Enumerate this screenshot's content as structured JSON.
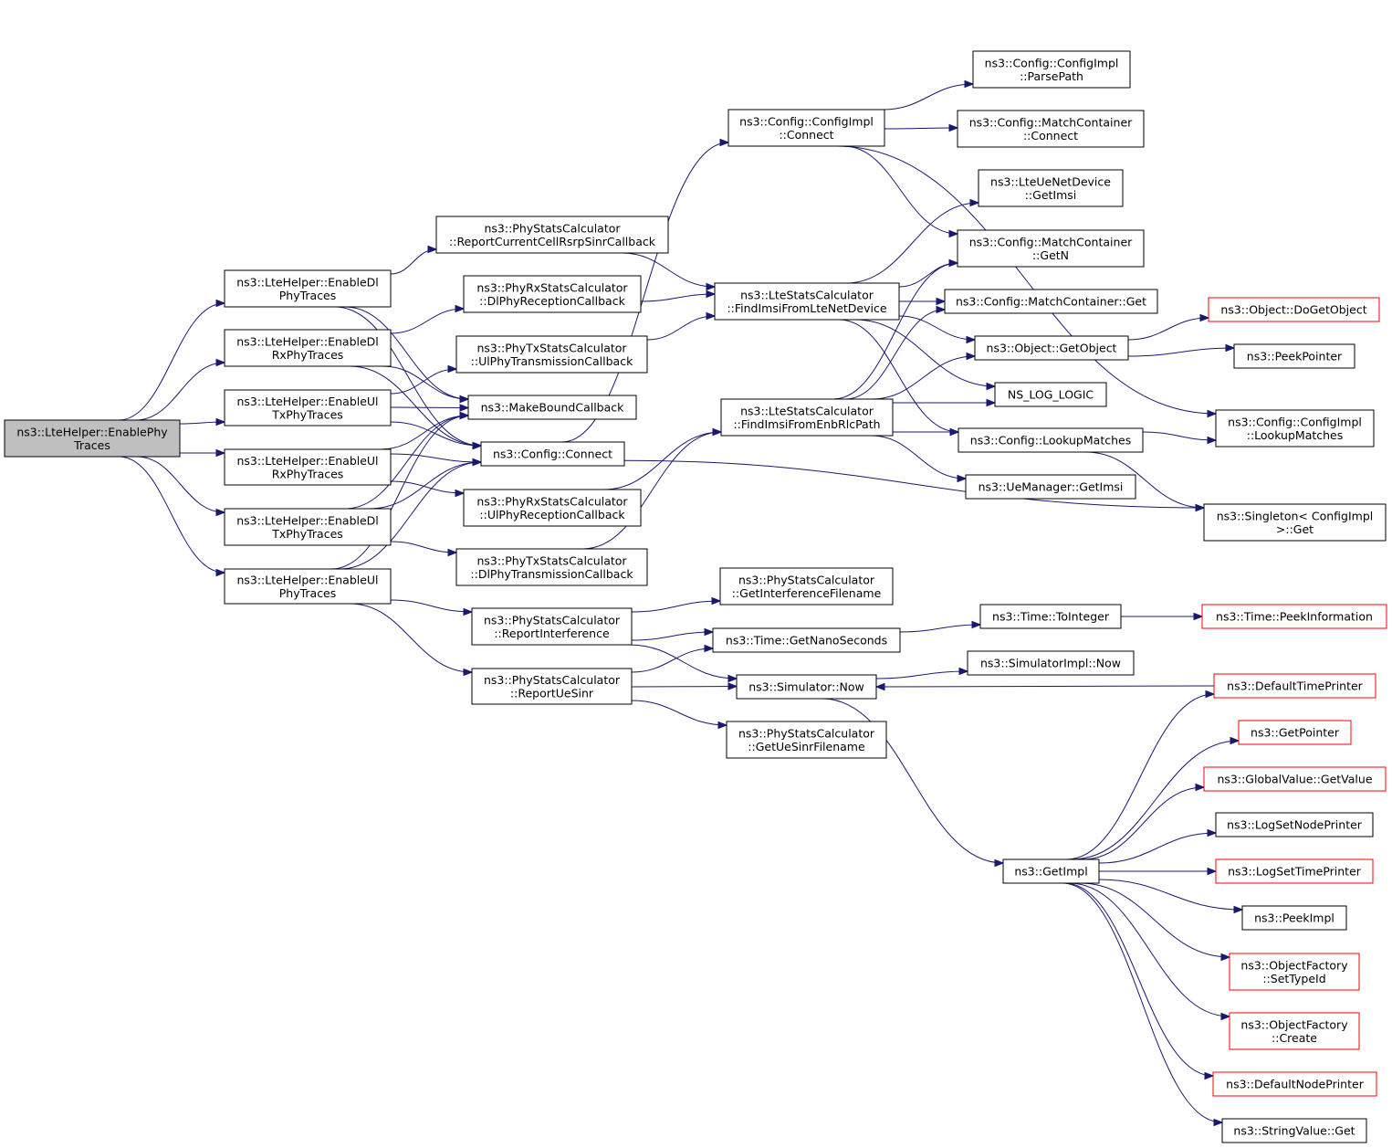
{
  "colors": {
    "edge": "#191970",
    "node_border": "#000000",
    "truncated_border": "#ff0000",
    "root_fill": "#bfbfbf",
    "node_fill": "#ffffff"
  },
  "nodes": [
    {
      "id": "root",
      "lines": [
        "ns3::LteHelper::EnablePhy",
        "Traces"
      ],
      "style": "root"
    },
    {
      "id": "enableDlPhy",
      "lines": [
        "ns3::LteHelper::EnableDl",
        "PhyTraces"
      ],
      "style": "normal"
    },
    {
      "id": "enableDlRxPhy",
      "lines": [
        "ns3::LteHelper::EnableDl",
        "RxPhyTraces"
      ],
      "style": "normal"
    },
    {
      "id": "enableUlTxPhy",
      "lines": [
        "ns3::LteHelper::EnableUl",
        "TxPhyTraces"
      ],
      "style": "normal"
    },
    {
      "id": "enableUlRxPhy",
      "lines": [
        "ns3::LteHelper::EnableUl",
        "RxPhyTraces"
      ],
      "style": "normal"
    },
    {
      "id": "enableDlTxPhy",
      "lines": [
        "ns3::LteHelper::EnableDl",
        "TxPhyTraces"
      ],
      "style": "normal"
    },
    {
      "id": "enableUlPhy",
      "lines": [
        "ns3::LteHelper::EnableUl",
        "PhyTraces"
      ],
      "style": "normal"
    },
    {
      "id": "reportCellRsrp",
      "lines": [
        "ns3::PhyStatsCalculator",
        "::ReportCurrentCellRsrpSinrCallback"
      ],
      "style": "normal"
    },
    {
      "id": "dlPhyRecep",
      "lines": [
        "ns3::PhyRxStatsCalculator",
        "::DlPhyReceptionCallback"
      ],
      "style": "normal"
    },
    {
      "id": "ulPhyTrans",
      "lines": [
        "ns3::PhyTxStatsCalculator",
        "::UlPhyTransmissionCallback"
      ],
      "style": "normal"
    },
    {
      "id": "makeBound",
      "lines": [
        "ns3::MakeBoundCallback"
      ],
      "style": "normal"
    },
    {
      "id": "configConnect",
      "lines": [
        "ns3::Config::Connect"
      ],
      "style": "normal"
    },
    {
      "id": "ulPhyRecep",
      "lines": [
        "ns3::PhyRxStatsCalculator",
        "::UlPhyReceptionCallback"
      ],
      "style": "normal"
    },
    {
      "id": "dlPhyTrans",
      "lines": [
        "ns3::PhyTxStatsCalculator",
        "::DlPhyTransmissionCallback"
      ],
      "style": "normal"
    },
    {
      "id": "reportInterf",
      "lines": [
        "ns3::PhyStatsCalculator",
        "::ReportInterference"
      ],
      "style": "normal"
    },
    {
      "id": "reportUeSinr",
      "lines": [
        "ns3::PhyStatsCalculator",
        "::ReportUeSinr"
      ],
      "style": "normal"
    },
    {
      "id": "cfgImplConnect",
      "lines": [
        "ns3::Config::ConfigImpl",
        "::Connect"
      ],
      "style": "normal"
    },
    {
      "id": "findImsiNetDev",
      "lines": [
        "ns3::LteStatsCalculator",
        "::FindImsiFromLteNetDevice"
      ],
      "style": "normal"
    },
    {
      "id": "findImsiEnb",
      "lines": [
        "ns3::LteStatsCalculator",
        "::FindImsiFromEnbRlcPath"
      ],
      "style": "normal"
    },
    {
      "id": "getInterfFile",
      "lines": [
        "ns3::PhyStatsCalculator",
        "::GetInterferenceFilename"
      ],
      "style": "normal"
    },
    {
      "id": "getNano",
      "lines": [
        "ns3::Time::GetNanoSeconds"
      ],
      "style": "normal"
    },
    {
      "id": "simNow",
      "lines": [
        "ns3::Simulator::Now"
      ],
      "style": "normal"
    },
    {
      "id": "getUeSinrFile",
      "lines": [
        "ns3::PhyStatsCalculator",
        "::GetUeSinrFilename"
      ],
      "style": "normal"
    },
    {
      "id": "parsePath",
      "lines": [
        "ns3::Config::ConfigImpl",
        "::ParsePath"
      ],
      "style": "normal"
    },
    {
      "id": "mcConnect",
      "lines": [
        "ns3::Config::MatchContainer",
        "::Connect"
      ],
      "style": "normal"
    },
    {
      "id": "lteUeGetImsi",
      "lines": [
        "ns3::LteUeNetDevice",
        "::GetImsi"
      ],
      "style": "normal"
    },
    {
      "id": "mcGetN",
      "lines": [
        "ns3::Config::MatchContainer",
        "::GetN"
      ],
      "style": "normal"
    },
    {
      "id": "mcGet",
      "lines": [
        "ns3::Config::MatchContainer::Get"
      ],
      "style": "normal"
    },
    {
      "id": "objGetObject",
      "lines": [
        "ns3::Object::GetObject"
      ],
      "style": "normal"
    },
    {
      "id": "nsLogLogic",
      "lines": [
        "NS_LOG_LOGIC"
      ],
      "style": "normal"
    },
    {
      "id": "lookupMatches",
      "lines": [
        "ns3::Config::LookupMatches"
      ],
      "style": "normal"
    },
    {
      "id": "ueMgrGetImsi",
      "lines": [
        "ns3::UeManager::GetImsi"
      ],
      "style": "normal"
    },
    {
      "id": "timeToInteger",
      "lines": [
        "ns3::Time::ToInteger"
      ],
      "style": "normal"
    },
    {
      "id": "simImplNow",
      "lines": [
        "ns3::SimulatorImpl::Now"
      ],
      "style": "normal"
    },
    {
      "id": "getImpl",
      "lines": [
        "ns3::GetImpl"
      ],
      "style": "normal"
    },
    {
      "id": "doGetObject",
      "lines": [
        "ns3::Object::DoGetObject"
      ],
      "style": "truncated"
    },
    {
      "id": "peekPointer",
      "lines": [
        "ns3::PeekPointer"
      ],
      "style": "normal"
    },
    {
      "id": "cfgImplLookup",
      "lines": [
        "ns3::Config::ConfigImpl",
        "::LookupMatches"
      ],
      "style": "normal"
    },
    {
      "id": "singletonGet",
      "lines": [
        "ns3::Singleton< ConfigImpl",
        " >::Get"
      ],
      "style": "normal"
    },
    {
      "id": "timePeekInfo",
      "lines": [
        "ns3::Time::PeekInformation"
      ],
      "style": "truncated"
    },
    {
      "id": "defTimePrinter",
      "lines": [
        "ns3::DefaultTimePrinter"
      ],
      "style": "truncated"
    },
    {
      "id": "getPointer",
      "lines": [
        "ns3::GetPointer"
      ],
      "style": "truncated"
    },
    {
      "id": "gvGetValue",
      "lines": [
        "ns3::GlobalValue::GetValue"
      ],
      "style": "truncated"
    },
    {
      "id": "logSetNode",
      "lines": [
        "ns3::LogSetNodePrinter"
      ],
      "style": "normal"
    },
    {
      "id": "logSetTime",
      "lines": [
        "ns3::LogSetTimePrinter"
      ],
      "style": "truncated"
    },
    {
      "id": "peekImpl",
      "lines": [
        "ns3::PeekImpl"
      ],
      "style": "normal"
    },
    {
      "id": "ofSetTypeId",
      "lines": [
        "ns3::ObjectFactory",
        "::SetTypeId"
      ],
      "style": "truncated"
    },
    {
      "id": "ofCreate",
      "lines": [
        "ns3::ObjectFactory",
        "::Create"
      ],
      "style": "truncated"
    },
    {
      "id": "defNodePrinter",
      "lines": [
        "ns3::DefaultNodePrinter"
      ],
      "style": "truncated"
    },
    {
      "id": "stringValueGet",
      "lines": [
        "ns3::StringValue::Get"
      ],
      "style": "normal"
    }
  ],
  "edges": [
    [
      "root",
      "enableDlPhy"
    ],
    [
      "root",
      "enableDlRxPhy"
    ],
    [
      "root",
      "enableUlTxPhy"
    ],
    [
      "root",
      "enableUlRxPhy"
    ],
    [
      "root",
      "enableDlTxPhy"
    ],
    [
      "root",
      "enableUlPhy"
    ],
    [
      "enableDlPhy",
      "reportCellRsrp"
    ],
    [
      "enableDlPhy",
      "makeBound"
    ],
    [
      "enableDlPhy",
      "configConnect"
    ],
    [
      "enableDlRxPhy",
      "dlPhyRecep"
    ],
    [
      "enableDlRxPhy",
      "makeBound"
    ],
    [
      "enableDlRxPhy",
      "configConnect"
    ],
    [
      "enableUlTxPhy",
      "ulPhyTrans"
    ],
    [
      "enableUlTxPhy",
      "makeBound"
    ],
    [
      "enableUlTxPhy",
      "configConnect"
    ],
    [
      "enableUlRxPhy",
      "ulPhyRecep"
    ],
    [
      "enableUlRxPhy",
      "makeBound"
    ],
    [
      "enableUlRxPhy",
      "configConnect"
    ],
    [
      "enableDlTxPhy",
      "dlPhyTrans"
    ],
    [
      "enableDlTxPhy",
      "makeBound"
    ],
    [
      "enableDlTxPhy",
      "configConnect"
    ],
    [
      "enableUlPhy",
      "reportInterf"
    ],
    [
      "enableUlPhy",
      "reportUeSinr"
    ],
    [
      "enableUlPhy",
      "makeBound"
    ],
    [
      "enableUlPhy",
      "configConnect"
    ],
    [
      "reportCellRsrp",
      "findImsiNetDev"
    ],
    [
      "dlPhyRecep",
      "findImsiNetDev"
    ],
    [
      "ulPhyTrans",
      "findImsiNetDev"
    ],
    [
      "ulPhyRecep",
      "findImsiEnb"
    ],
    [
      "dlPhyTrans",
      "findImsiEnb"
    ],
    [
      "configConnect",
      "cfgImplConnect"
    ],
    [
      "configConnect",
      "singletonGet"
    ],
    [
      "reportInterf",
      "getInterfFile"
    ],
    [
      "reportInterf",
      "getNano"
    ],
    [
      "reportInterf",
      "simNow"
    ],
    [
      "reportUeSinr",
      "getNano"
    ],
    [
      "reportUeSinr",
      "simNow"
    ],
    [
      "reportUeSinr",
      "getUeSinrFile"
    ],
    [
      "cfgImplConnect",
      "parsePath"
    ],
    [
      "cfgImplConnect",
      "mcConnect"
    ],
    [
      "cfgImplConnect",
      "mcGetN"
    ],
    [
      "cfgImplConnect",
      "cfgImplLookup"
    ],
    [
      "findImsiNetDev",
      "lteUeGetImsi"
    ],
    [
      "findImsiNetDev",
      "mcGetN"
    ],
    [
      "findImsiNetDev",
      "mcGet"
    ],
    [
      "findImsiNetDev",
      "objGetObject"
    ],
    [
      "findImsiNetDev",
      "nsLogLogic"
    ],
    [
      "findImsiNetDev",
      "lookupMatches"
    ],
    [
      "findImsiEnb",
      "mcGetN"
    ],
    [
      "findImsiEnb",
      "mcGet"
    ],
    [
      "findImsiEnb",
      "objGetObject"
    ],
    [
      "findImsiEnb",
      "nsLogLogic"
    ],
    [
      "findImsiEnb",
      "lookupMatches"
    ],
    [
      "findImsiEnb",
      "ueMgrGetImsi"
    ],
    [
      "getNano",
      "timeToInteger"
    ],
    [
      "timeToInteger",
      "timePeekInfo"
    ],
    [
      "simNow",
      "simImplNow"
    ],
    [
      "simNow",
      "getImpl"
    ],
    [
      "defTimePrinter",
      "simNow"
    ],
    [
      "objGetObject",
      "doGetObject"
    ],
    [
      "objGetObject",
      "peekPointer"
    ],
    [
      "lookupMatches",
      "cfgImplLookup"
    ],
    [
      "lookupMatches",
      "singletonGet"
    ],
    [
      "getImpl",
      "defTimePrinter"
    ],
    [
      "getImpl",
      "getPointer"
    ],
    [
      "getImpl",
      "gvGetValue"
    ],
    [
      "getImpl",
      "logSetNode"
    ],
    [
      "getImpl",
      "logSetTime"
    ],
    [
      "getImpl",
      "peekImpl"
    ],
    [
      "getImpl",
      "ofSetTypeId"
    ],
    [
      "getImpl",
      "ofCreate"
    ],
    [
      "getImpl",
      "defNodePrinter"
    ],
    [
      "getImpl",
      "stringValueGet"
    ]
  ]
}
